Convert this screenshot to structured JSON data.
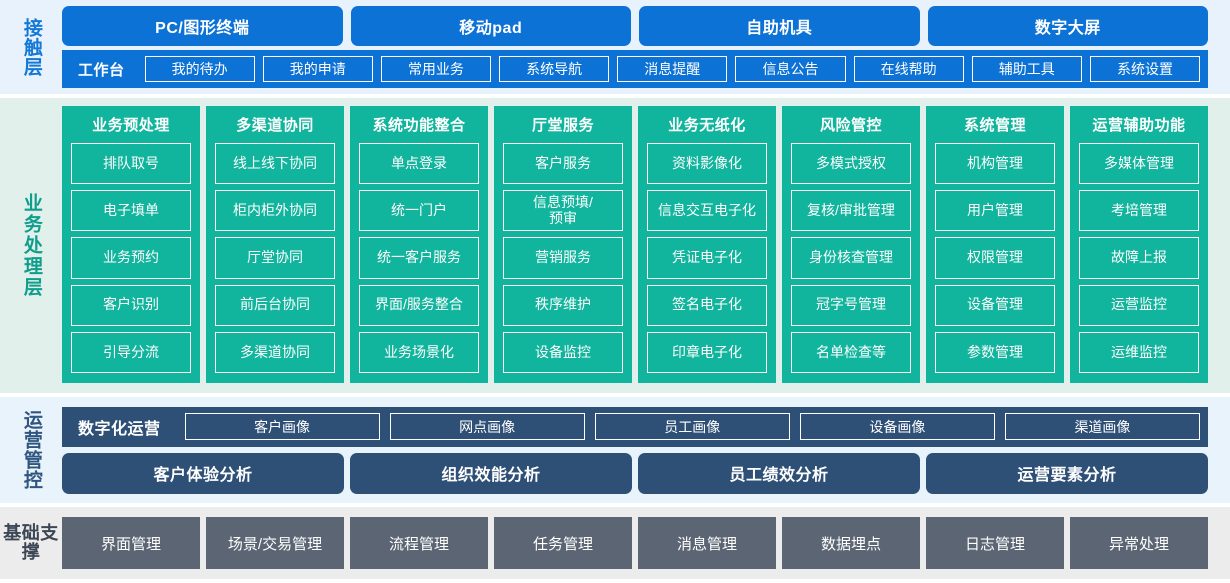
{
  "layers": {
    "contact": {
      "label": "接触层",
      "accent": "#0c72d6",
      "channels": [
        "PC/图形终端",
        "移动pad",
        "自助机具",
        "数字大屏"
      ],
      "workbench_title": "工作台",
      "workbench_items": [
        "我的待办",
        "我的申请",
        "常用业务",
        "系统导航",
        "消息提醒",
        "信息公告",
        "在线帮助",
        "辅助工具",
        "系统设置"
      ]
    },
    "business": {
      "label": "业务处理层",
      "accent": "#11b49c",
      "columns": [
        {
          "title": "业务预处理",
          "items": [
            "排队取号",
            "电子填单",
            "业务预约",
            "客户识别",
            "引导分流"
          ]
        },
        {
          "title": "多渠道协同",
          "items": [
            "线上线下协同",
            "柜内柜外协同",
            "厅堂协同",
            "前后台协同",
            "多渠道协同"
          ]
        },
        {
          "title": "系统功能整合",
          "items": [
            "单点登录",
            "统一门户",
            "统一客户服务",
            "界面/服务整合",
            "业务场景化"
          ]
        },
        {
          "title": "厅堂服务",
          "items": [
            "客户服务",
            "信息预填/\n预审",
            "营销服务",
            "秩序维护",
            "设备监控"
          ]
        },
        {
          "title": "业务无纸化",
          "items": [
            "资料影像化",
            "信息交互电子化",
            "凭证电子化",
            "签名电子化",
            "印章电子化"
          ]
        },
        {
          "title": "风险管控",
          "items": [
            "多模式授权",
            "复核/审批管理",
            "身份核查管理",
            "冠字号管理",
            "名单检查等"
          ]
        },
        {
          "title": "系统管理",
          "items": [
            "机构管理",
            "用户管理",
            "权限管理",
            "设备管理",
            "参数管理"
          ]
        },
        {
          "title": "运营辅助功能",
          "items": [
            "多媒体管理",
            "考培管理",
            "故障上报",
            "运营监控",
            "运维监控"
          ]
        }
      ]
    },
    "ops": {
      "label": "运营管控",
      "accent": "#2f5076",
      "digital_ops_title": "数字化运营",
      "portraits": [
        "客户画像",
        "网点画像",
        "员工画像",
        "设备画像",
        "渠道画像"
      ],
      "analyses": [
        "客户体验分析",
        "组织效能分析",
        "员工绩效分析",
        "运营要素分析"
      ]
    },
    "base": {
      "label": "基础支撑",
      "accent": "#5b6573",
      "items": [
        "界面管理",
        "场景/交易管理",
        "流程管理",
        "任务管理",
        "消息管理",
        "数据埋点",
        "日志管理",
        "异常处理"
      ]
    }
  }
}
